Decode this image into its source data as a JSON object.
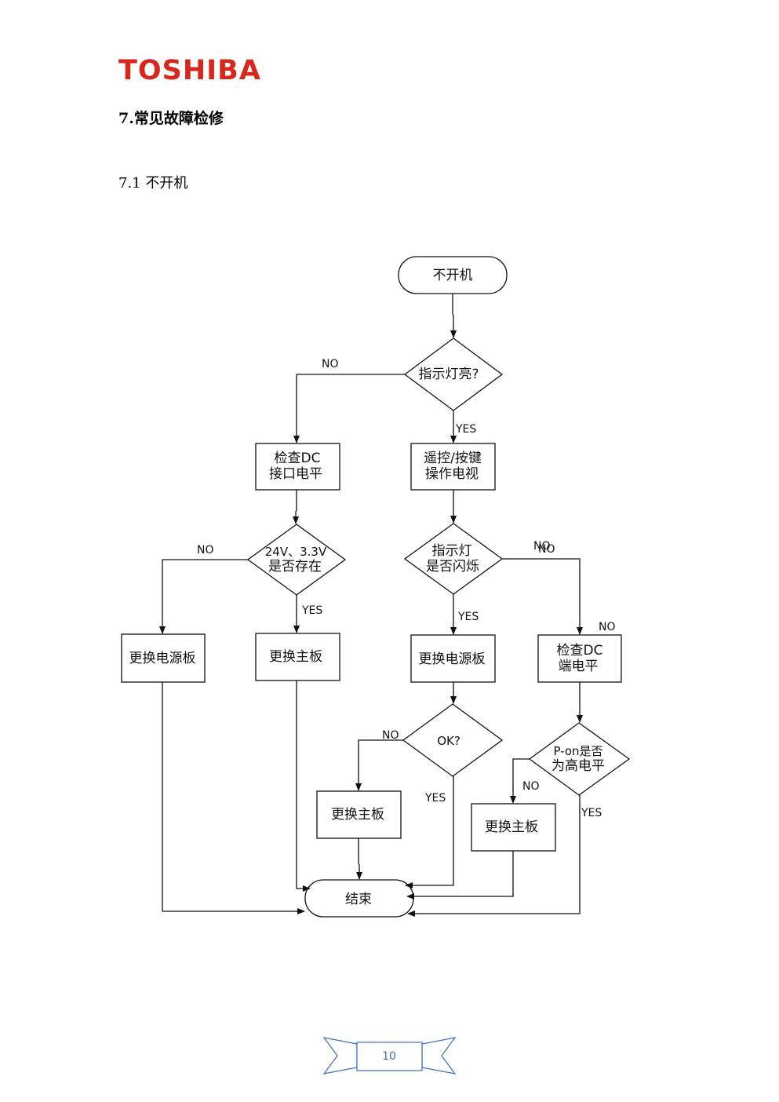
{
  "header": {
    "logo_text": "TOSHIBA",
    "brand_color": "#d9261c"
  },
  "section": {
    "heading": "7.常见故障检修",
    "subheading": "7.1 不开机"
  },
  "flowchart": {
    "start": "不开机",
    "q_indicator_on": "指示灯亮?",
    "check_dc_1": [
      "检查DC",
      "接口电平"
    ],
    "remote_operate": [
      "遥控/按键",
      "操作电视"
    ],
    "q_voltage": [
      "24V、3.3V",
      "是否存在"
    ],
    "q_indicator_flash": [
      "指示灯",
      "是否闪烁"
    ],
    "replace_power_1": "更换电源板",
    "replace_main_1": "更换主板",
    "replace_power_2": "更换电源板",
    "check_dc_2": [
      "检查DC",
      "端电平"
    ],
    "q_ok": "OK?",
    "q_pon": [
      "P-on是否",
      "为高电平"
    ],
    "replace_main_2": "更换主板",
    "replace_main_3": "更换主板",
    "end": "结束",
    "labels": {
      "no_indicator": "NO",
      "yes_indicator": "YES",
      "no_voltage": "NO",
      "yes_voltage": "YES",
      "no_flash_1": "NO",
      "no_flash_2": "NO",
      "yes_flash": "YES",
      "no_checkdc": "NO",
      "no_ok": "NO",
      "yes_ok": "YES",
      "no_pon": "NO",
      "yes_pon": "YES"
    }
  },
  "footer": {
    "page_number": "10",
    "ribbon_color": "#3b6fb6"
  }
}
